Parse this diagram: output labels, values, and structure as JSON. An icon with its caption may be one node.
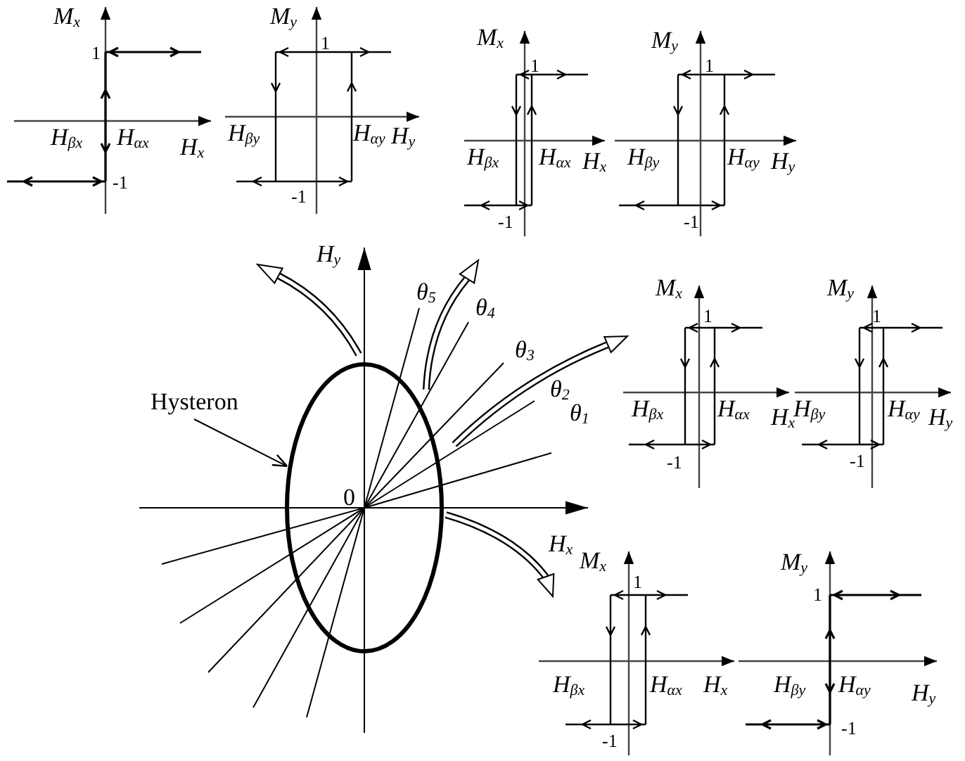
{
  "diagram": {
    "nodes": [
      {
        "text": [
          "Hysteron"
        ]
      },
      {
        "text": [],
        "shape": "ellipse"
      }
    ],
    "edges": [
      {
        "from": 0,
        "to": 1,
        "arrow": "to"
      }
    ],
    "labels": [
      "M$_{x}$",
      "1",
      "H$_{βx}$",
      "H$_{αx}$",
      "H$_{x}$",
      "-1",
      "M$_{y}$",
      "1",
      "H$_{βy}$",
      "H$_{αy}$",
      "H$_{y}$",
      "-1",
      "M$_{x}$",
      "1",
      "H$_{βx}$",
      "H$_{αx}$",
      "H$_{x}$",
      "-1",
      "M$_{y}$",
      "1",
      "H$_{βy}$",
      "H$_{αy}$",
      "H$_{y}$",
      "-1",
      "H$_{y}$",
      "θ$_{5}$",
      "θ$_{4}$",
      "θ$_{3}$",
      "θ$_{2}$",
      "θ$_{1}$",
      "M$_{x}$",
      "1",
      "H$_{βx}$",
      "H$_{αx}$",
      "H$_{x}$",
      "-1",
      "M$_{y}$",
      "1",
      "H$_{βy}$",
      "H$_{αy}$",
      "H$_{y}$",
      "-1",
      "0",
      "H$_{x}$",
      "M$_{x}$",
      "1",
      "H$_{βx}$",
      "H$_{αx}$",
      "H$_{x}$",
      "-1",
      "M$_{y}$",
      "1",
      "H$_{βy}$",
      "H$_{αy}$",
      "H$_{y}$",
      "-1"
    ]
  }
}
